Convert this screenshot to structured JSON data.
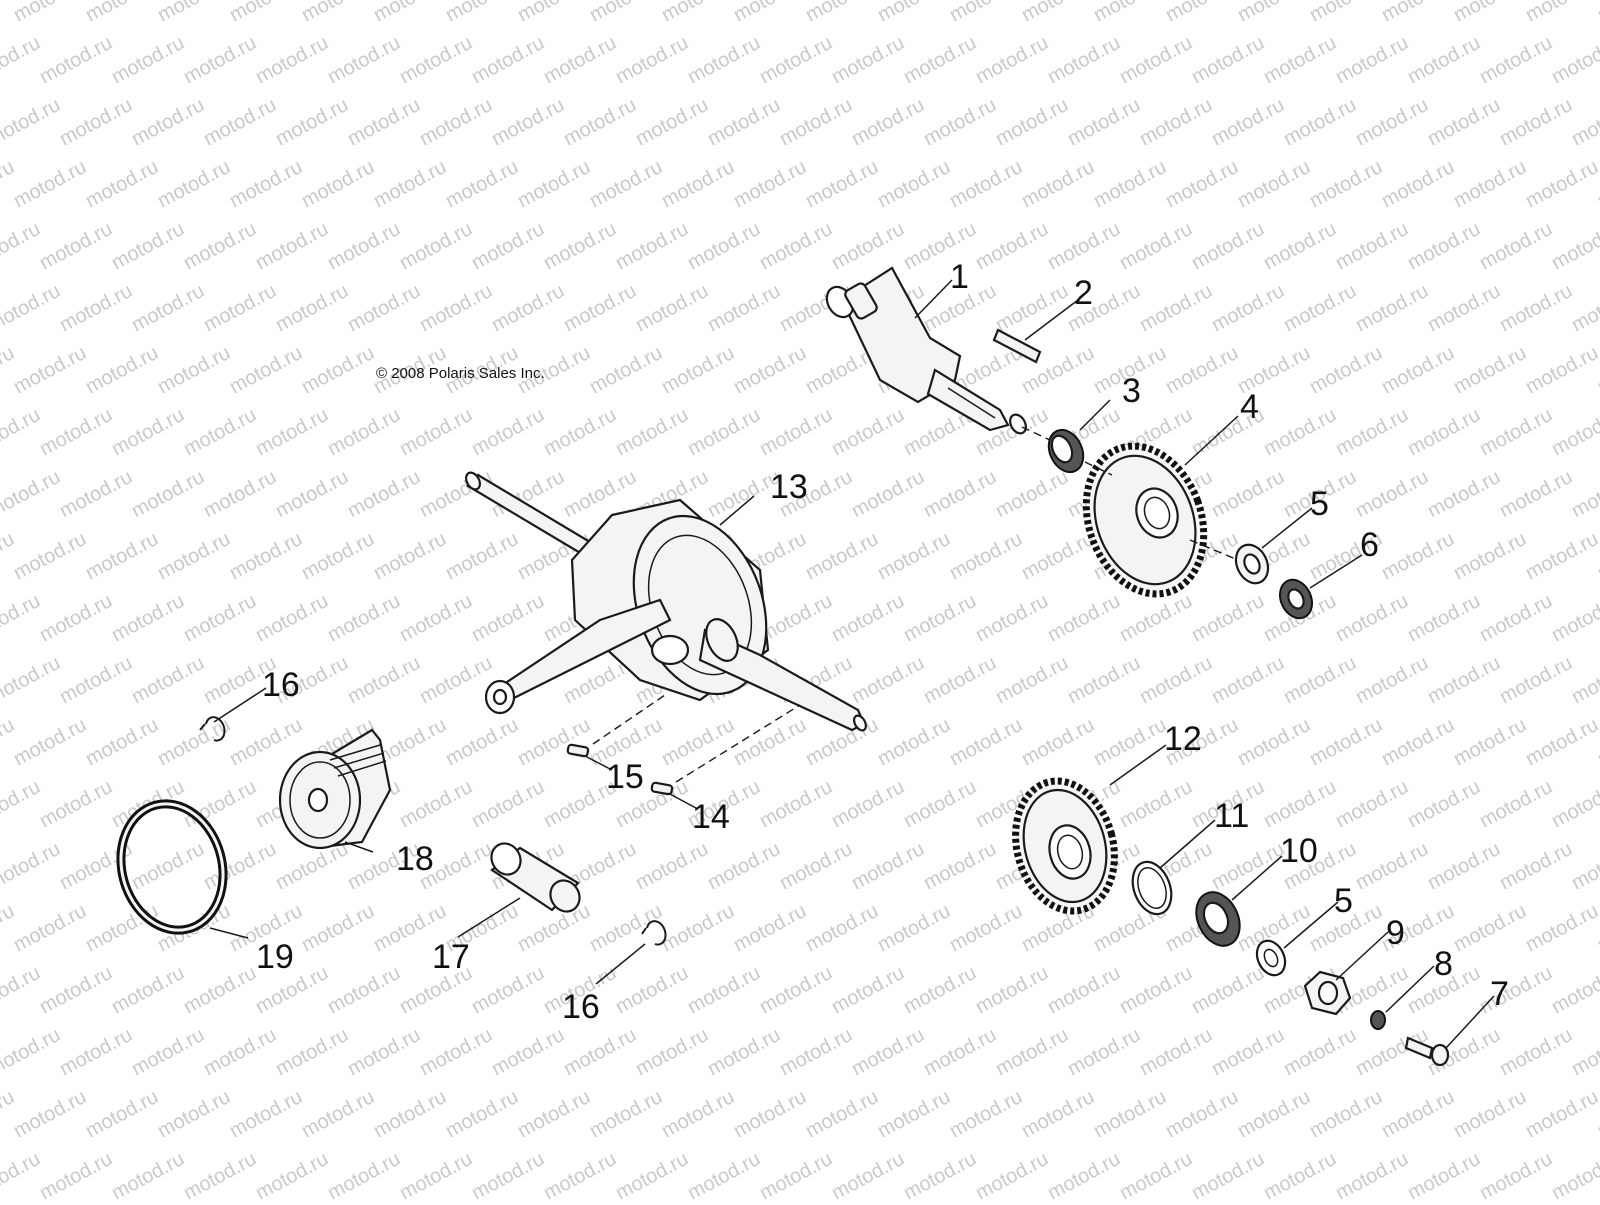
{
  "copyright": "© 2008 Polaris Sales Inc.",
  "watermark": "motod.ru",
  "callouts": {
    "c1": "1",
    "c2": "2",
    "c3": "3",
    "c4": "4",
    "c5a": "5",
    "c6": "6",
    "c7": "7",
    "c8": "8",
    "c9": "9",
    "c10": "10",
    "c11": "11",
    "c12": "12",
    "c13": "13",
    "c14": "14",
    "c15": "15",
    "c16a": "16",
    "c16b": "16",
    "c17": "17",
    "c18": "18",
    "c19": "19",
    "c5b": "5"
  }
}
